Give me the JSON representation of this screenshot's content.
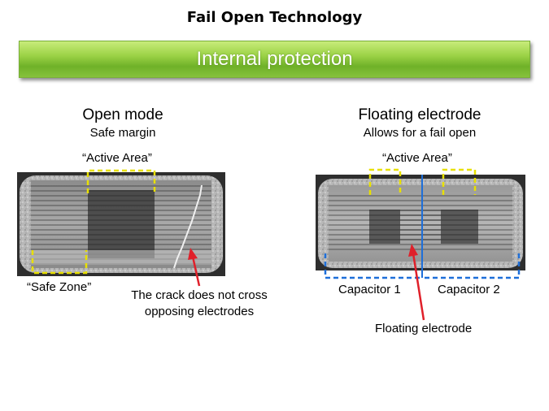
{
  "slide": {
    "title": "Fail Open Technology",
    "banner": "Internal protection"
  },
  "left_panel": {
    "heading": "Open mode",
    "subheading": "Safe margin",
    "active_area_label": "“Active Area”",
    "safe_zone_label": "“Safe Zone”",
    "crack_note_line1": "The crack does not cross",
    "crack_note_line2": "opposing electrodes"
  },
  "right_panel": {
    "heading": "Floating electrode",
    "subheading": "Allows for a fail open",
    "active_area_label": "“Active Area”",
    "capacitor1_label": "Capacitor 1",
    "capacitor2_label": "Capacitor 2",
    "floating_electrode_label": "Floating electrode"
  },
  "colors": {
    "banner_green": "#8cc63f",
    "highlight_yellow": "#e8e000",
    "highlight_blue": "#1e6fd9",
    "arrow_red": "#e0202a"
  }
}
